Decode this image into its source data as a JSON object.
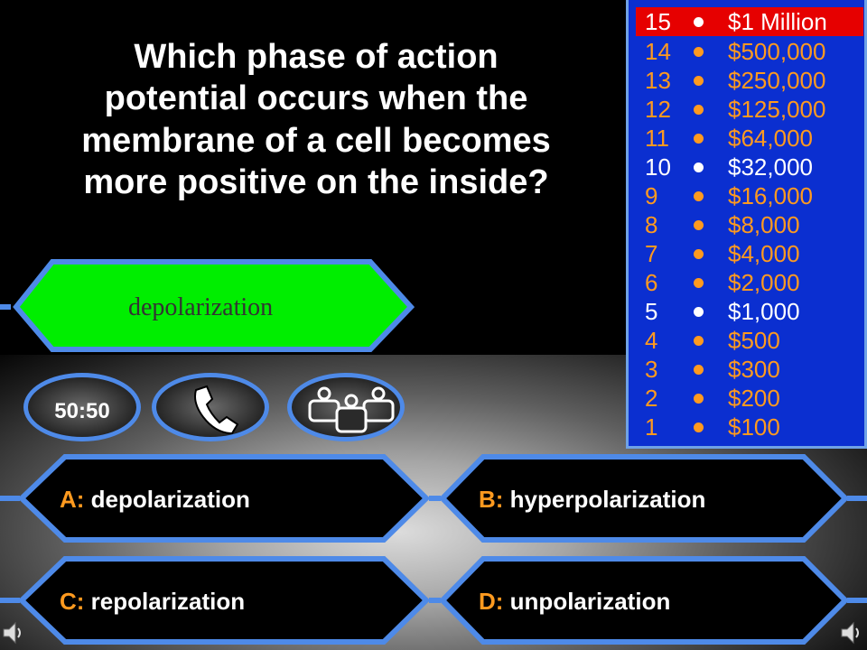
{
  "question": "Which phase of action potential occurs when the membrane of a cell becomes more positive on the inside?",
  "selected_answer": "depolarization",
  "lifelines": {
    "fifty_fifty": "50:50",
    "phone_icon": "phone-icon",
    "audience_icon": "audience-icon"
  },
  "answers": [
    {
      "letter": "A:",
      "text": "depolarization"
    },
    {
      "letter": "B:",
      "text": "hyperpolarization"
    },
    {
      "letter": "C:",
      "text": "repolarization"
    },
    {
      "letter": "D:",
      "text": "unpolarization"
    }
  ],
  "prize_ladder": [
    {
      "level": "15",
      "amount": "$1 Million",
      "milestone": true,
      "current": true
    },
    {
      "level": "14",
      "amount": "$500,000"
    },
    {
      "level": "13",
      "amount": "$250,000"
    },
    {
      "level": "12",
      "amount": "$125,000"
    },
    {
      "level": "11",
      "amount": "$64,000"
    },
    {
      "level": "10",
      "amount": "$32,000",
      "milestone": true
    },
    {
      "level": "9",
      "amount": "$16,000"
    },
    {
      "level": "8",
      "amount": "$8,000"
    },
    {
      "level": "7",
      "amount": "$4,000"
    },
    {
      "level": "6",
      "amount": "$2,000"
    },
    {
      "level": "5",
      "amount": "$1,000",
      "milestone": true
    },
    {
      "level": "4",
      "amount": "$500"
    },
    {
      "level": "3",
      "amount": "$300"
    },
    {
      "level": "2",
      "amount": "$200"
    },
    {
      "level": "1",
      "amount": "$100"
    }
  ],
  "colors": {
    "prize_text": "#ff9a1f",
    "panel_blue": "#0b2fd0",
    "current_red": "#e60000",
    "selected_green": "#00ee00",
    "border_blue": "#4e8ae8"
  }
}
